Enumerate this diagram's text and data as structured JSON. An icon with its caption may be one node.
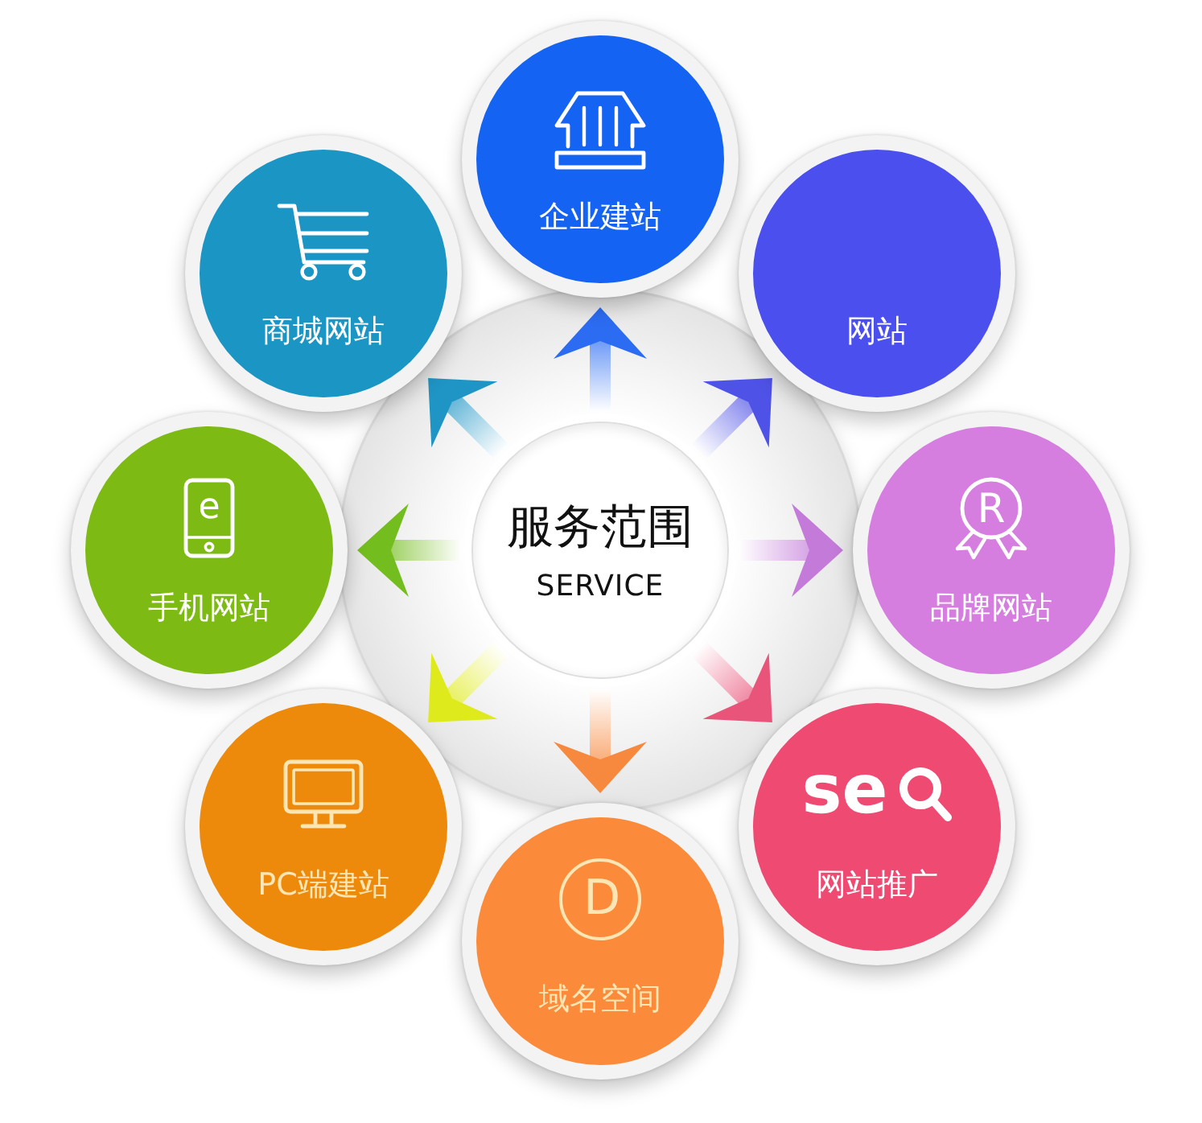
{
  "diagram": {
    "nodes": [
      {
        "text": [
          "服务范围",
          "SERVICE"
        ]
      },
      {
        "text": [
          "企业建站"
        ]
      },
      {
        "text": [
          "网站"
        ]
      },
      {
        "text": [
          "R",
          "品牌网站"
        ]
      },
      {
        "text": [
          "se",
          "网站推广"
        ]
      },
      {
        "text": [
          "D",
          "域名空间"
        ]
      },
      {
        "text": [
          "PC端建站"
        ]
      },
      {
        "text": [
          "e",
          "手机网站"
        ]
      },
      {
        "text": [
          "商城网站"
        ]
      }
    ],
    "edges": [
      {
        "from": 0,
        "to": 1,
        "arrow": "to",
        "color": "#2b6cf2"
      },
      {
        "from": 0,
        "to": 2,
        "arrow": "to",
        "color": "#4f52e6"
      },
      {
        "from": 0,
        "to": 3,
        "arrow": "to",
        "color": "#c37ad9"
      },
      {
        "from": 0,
        "to": 4,
        "arrow": "to",
        "color": "#e9557a"
      },
      {
        "from": 0,
        "to": 5,
        "arrow": "to",
        "color": "#f7893e"
      },
      {
        "from": 0,
        "to": 6,
        "arrow": "to",
        "color": "#dfea1c"
      },
      {
        "from": 0,
        "to": 7,
        "arrow": "to",
        "color": "#74bd1e"
      },
      {
        "from": 0,
        "to": 8,
        "arrow": "to",
        "color": "#1f95c6"
      }
    ]
  }
}
